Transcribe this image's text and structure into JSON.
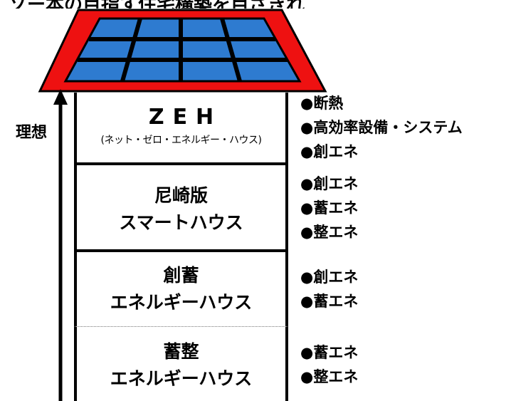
{
  "title": "ソー本の目指す住宅構築を目ざきれ",
  "ideal_label": "理想",
  "tiers": [
    {
      "name_line1": "ZEH",
      "name_line2": "(ネット・ゼロ・エネルギー・ハウス)",
      "features": [
        "●断熱",
        "●高効率設備・システム",
        "●創エネ"
      ]
    },
    {
      "name_line1": "尼崎版",
      "name_line2": "スマートハウス",
      "features": [
        "●創エネ",
        "●蓄エネ",
        "●整エネ"
      ]
    },
    {
      "name_line1": "創蓄",
      "name_line2": "エネルギーハウス",
      "features": [
        "●創エネ",
        "●蓄エネ"
      ]
    },
    {
      "name_line1": "蓄整",
      "name_line2": "エネルギーハウス",
      "features": [
        "●蓄エネ",
        "●整エネ"
      ]
    }
  ],
  "colors": {
    "roof_frame": "#ee1111",
    "solar_panel": "#2e7bd0",
    "panel_grid": "#000000",
    "outline": "#000000"
  }
}
